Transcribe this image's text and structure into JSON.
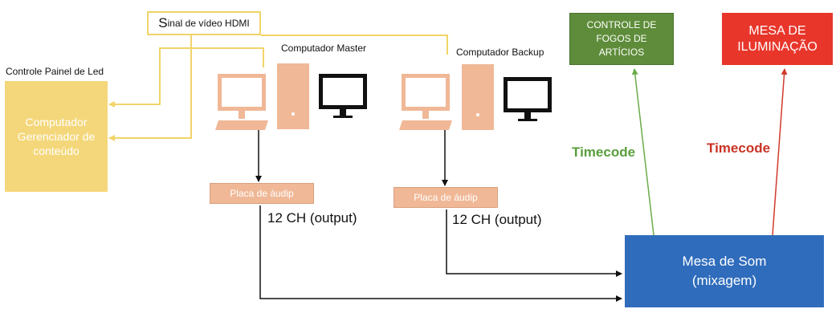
{
  "hdmi_signal": {
    "first_letter": "S",
    "rest": "inal de vídeo HDMI"
  },
  "led_panel": {
    "label": "Controle Painel de Led",
    "box_lines": [
      "Computador",
      "Gerenciador de",
      "conteúdo"
    ]
  },
  "computers": {
    "master_label": "Computador Master",
    "backup_label": "Computador Backup"
  },
  "audio_cards": [
    {
      "label": "Placa de áudip",
      "channels": "12 CH (output)"
    },
    {
      "label": "Placa de áudip",
      "channels": "12 CH (output)"
    }
  ],
  "fireworks": {
    "lines": [
      "CONTROLE DE",
      "FOGOS DE",
      "ARTÍCIOS"
    ]
  },
  "lighting": {
    "lines": [
      "MESA DE",
      "ILUMINAÇÃO"
    ]
  },
  "timecode": {
    "green": "Timecode",
    "red": "Timecode"
  },
  "sound_desk": {
    "lines": [
      "Mesa de Som",
      "(mixagem)"
    ]
  },
  "colors": {
    "led_box": "#f4d77a",
    "hdmi_line": "#f2d469",
    "computer_peach": "#f0b896",
    "fireworks": "#5e8c3a",
    "lighting": "#e8362b",
    "sound_desk": "#2f6cbc",
    "timecode_green": "#6aab49",
    "timecode_red": "#d03a2c"
  }
}
